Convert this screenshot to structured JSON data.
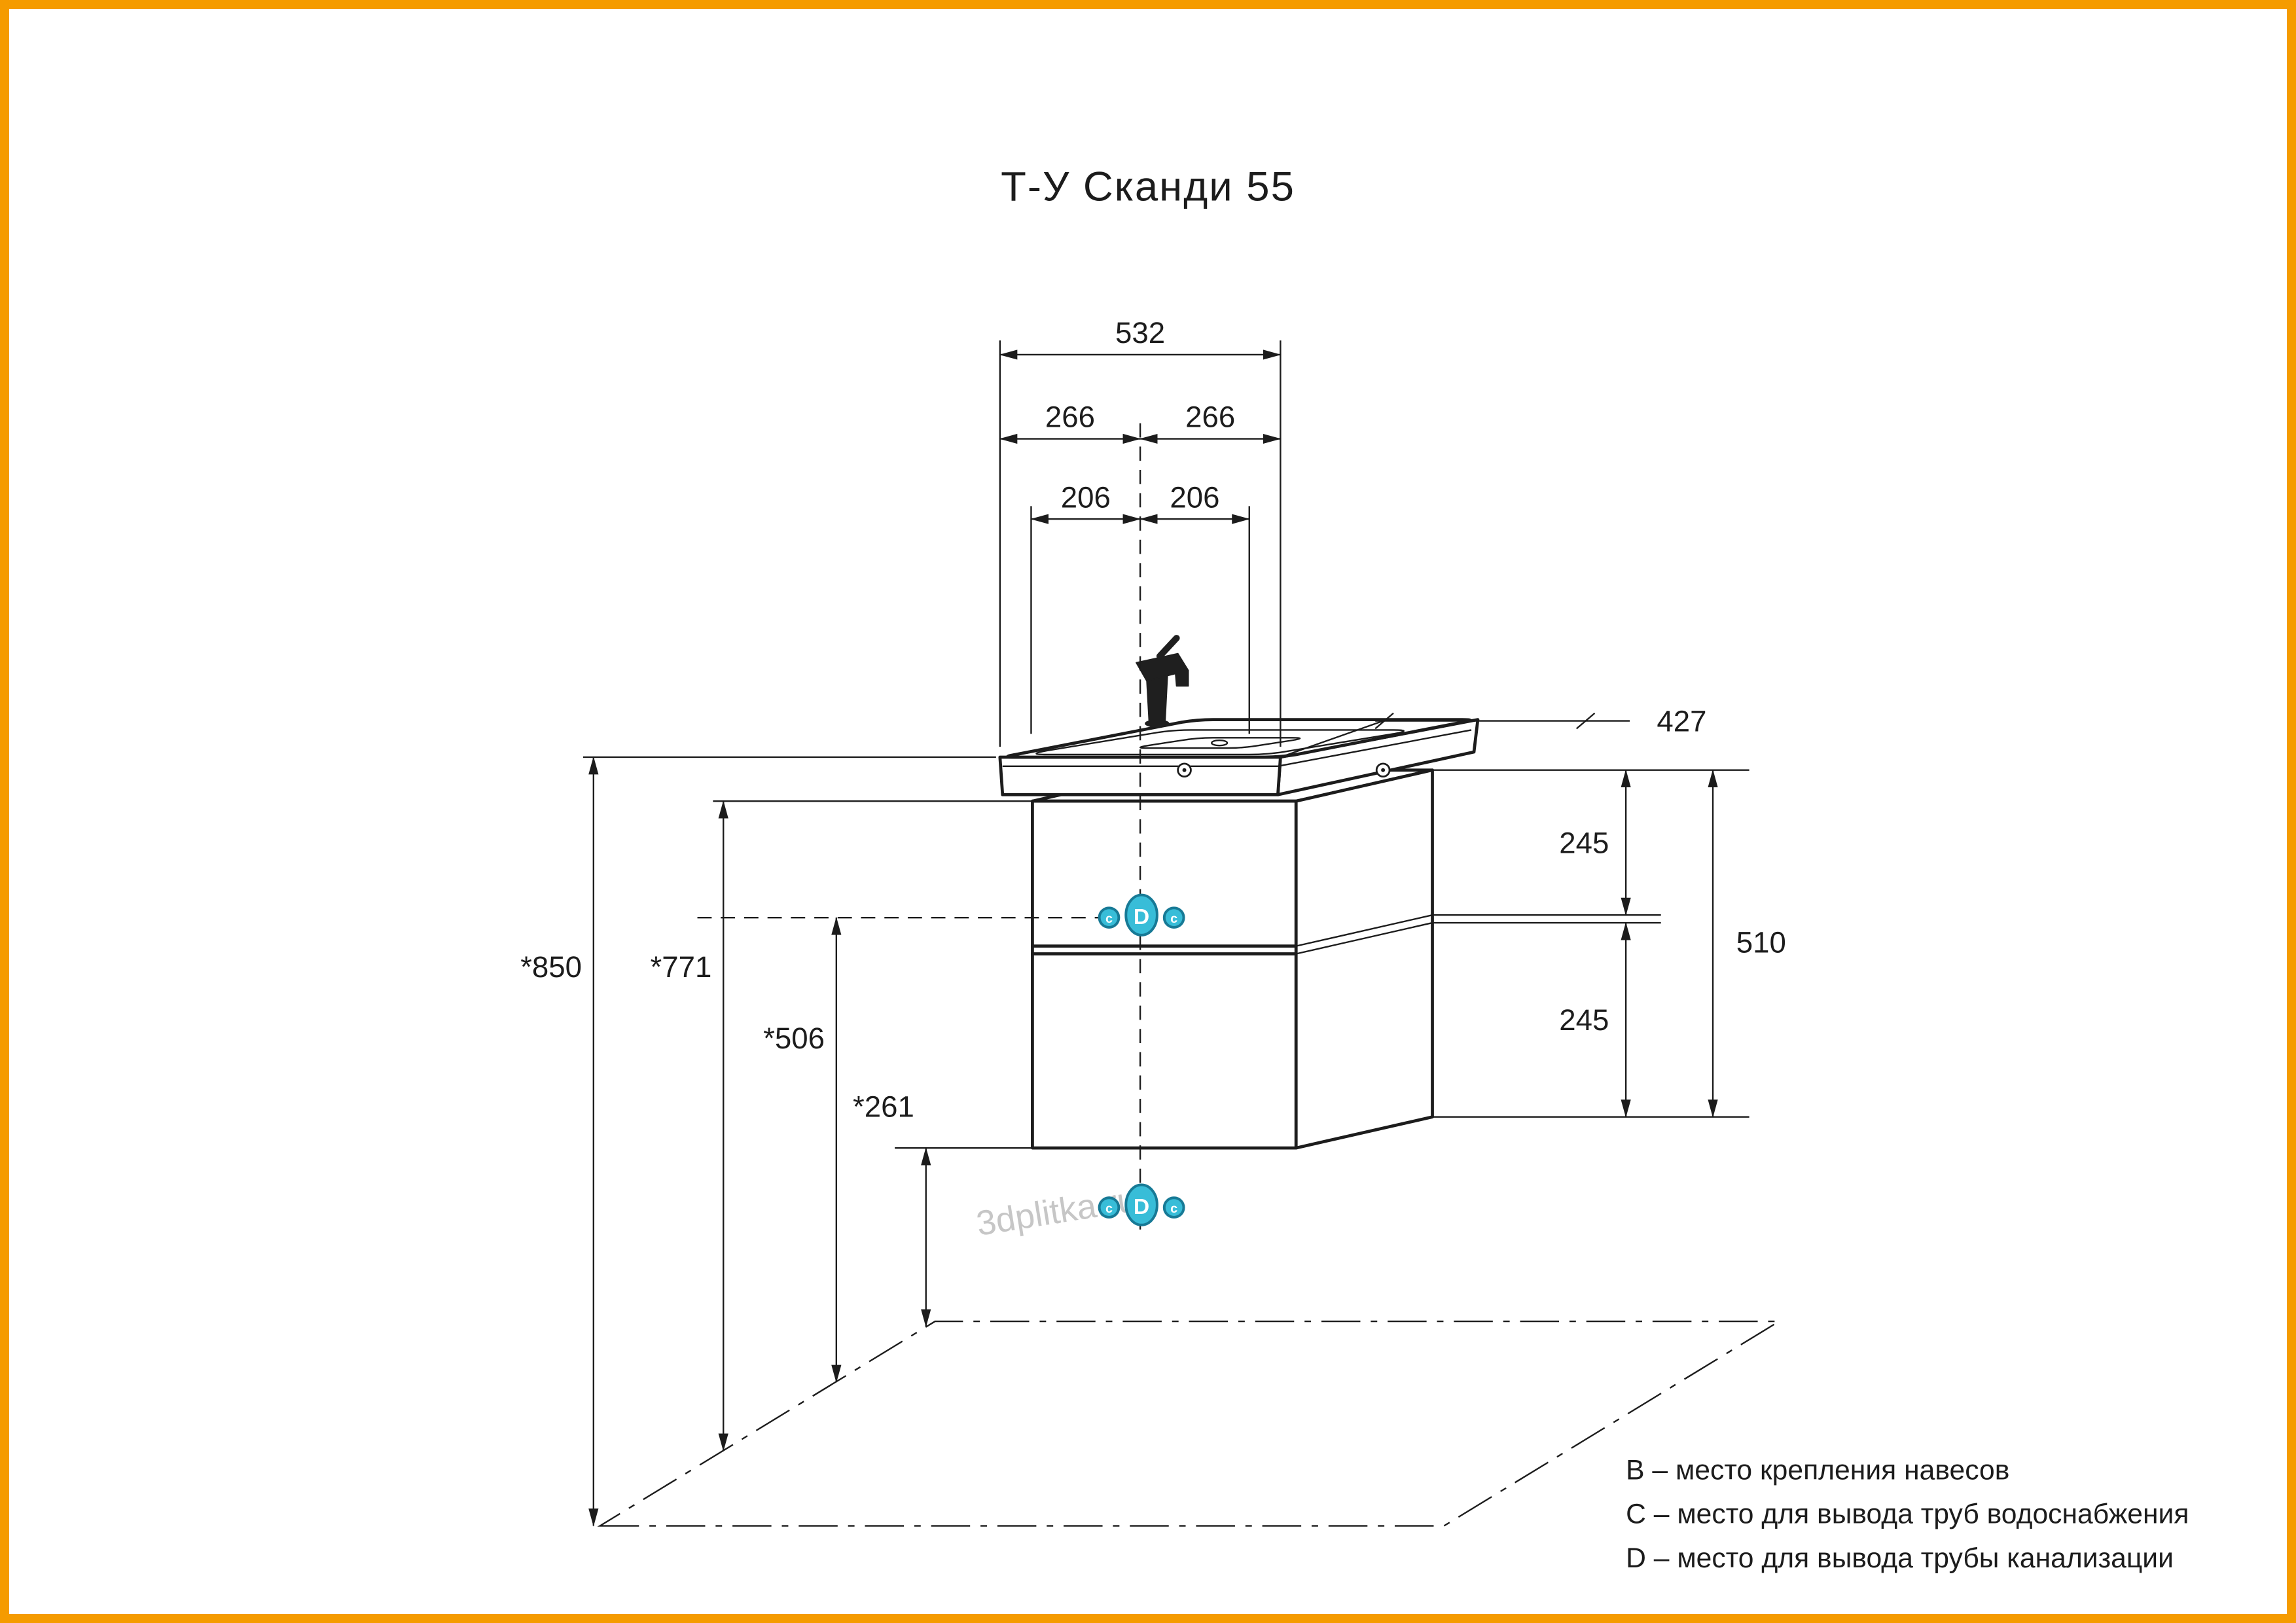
{
  "page": {
    "title": "Т-У Сканди 55",
    "watermark": "3dplitka.ru"
  },
  "colors": {
    "border_orange": "#f59b00",
    "marker_fill": "#38bdd8",
    "marker_stroke": "#177a96",
    "line_color": "#1c1c1c"
  },
  "dimensions": {
    "dim_532": "532",
    "dim_266_left": "266",
    "dim_266_right": "266",
    "dim_206_left": "206",
    "dim_206_right": "206",
    "dim_427": "427",
    "dim_245_top": "245",
    "dim_510": "510",
    "dim_245_bottom": "245",
    "dim_850": "*850",
    "dim_771": "*771",
    "dim_506": "*506",
    "dim_261": "*261"
  },
  "markers": {
    "c_label": "c",
    "d_label": "D"
  },
  "legend": {
    "items": [
      "B – место крепления навесов",
      "C – место для вывода труб водоснабжения",
      "D – место для вывода трубы канализации"
    ]
  }
}
